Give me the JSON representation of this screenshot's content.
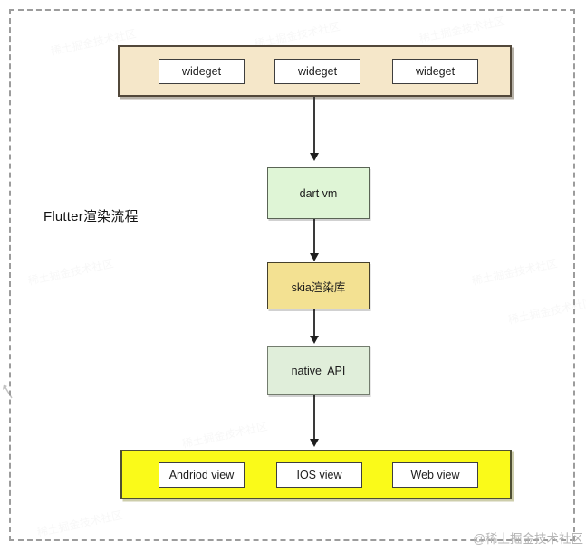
{
  "page": {
    "title": "Flutter渲染流程",
    "watermark": "@稀土掘金技术社区",
    "background_watermark": "稀土掘金技术社区"
  },
  "colors": {
    "widget_bar_fill": "#F5E7C9",
    "dart_vm_fill": "#DFF5D6",
    "skia_fill": "#F3E192",
    "native_api_fill": "#E0EEDA",
    "platform_bar_fill": "#FAFA19",
    "box_fill": "#FFFFFF",
    "border_dark": "#3E3E3E",
    "arrow": "#1F1F1F",
    "frame_dash": "#9C9C9C",
    "watermark_gray": "#B5B5B5"
  },
  "diagram": {
    "widget_bar": {
      "items": [
        {
          "label": "wideget"
        },
        {
          "label": "wideget"
        },
        {
          "label": "wideget"
        }
      ]
    },
    "nodes": [
      {
        "label": "dart vm"
      },
      {
        "label": "skia渲染库"
      },
      {
        "label": "native  API"
      }
    ],
    "platform_bar": {
      "items": [
        {
          "label": "Andriod view"
        },
        {
          "label": "IOS view"
        },
        {
          "label": "Web view"
        }
      ]
    }
  }
}
